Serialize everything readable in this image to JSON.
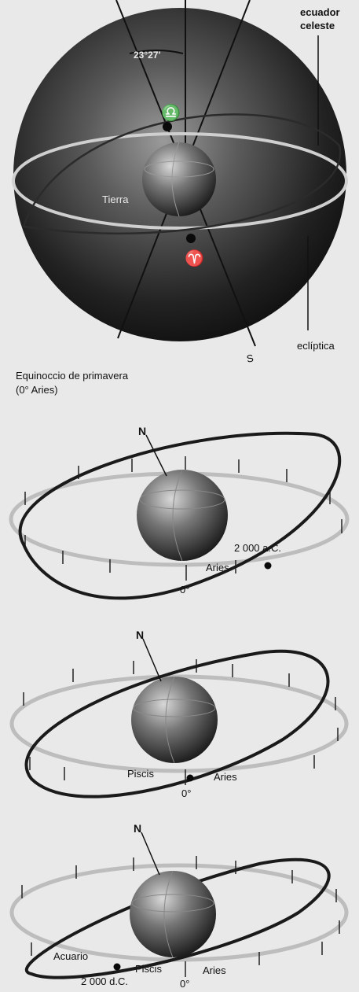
{
  "panel1": {
    "label_ecuador": "ecuador",
    "label_celeste": "celeste",
    "label_angle": "23°27′",
    "label_tierra": "Tierra",
    "label_ecliptica": "eclíptica",
    "label_equinoccio_1": "Equinoccio de primavera",
    "label_equinoccio_2": "(0° Aries)",
    "label_s": "S",
    "symbol_libra": "♎",
    "symbol_aries": "♈"
  },
  "panel2": {
    "label_n": "N",
    "label_date": "2 000 a.C.",
    "label_aries": "Aries",
    "label_zero": "0°"
  },
  "panel3": {
    "label_n": "N",
    "label_piscis": "Piscis",
    "label_aries": "Aries",
    "label_zero": "0°"
  },
  "panel4": {
    "label_n": "N",
    "label_acuario": "Acuario",
    "label_piscis": "Piscis",
    "label_aries": "Aries",
    "label_date": "2 000 d.C.",
    "label_zero": "0°"
  },
  "colors": {
    "background": "#e9e9e9",
    "sphere_dark": "#1a1a1a",
    "ecliptic_ring": "#bdbdbd",
    "equator_ring": "#2b2b2b"
  }
}
